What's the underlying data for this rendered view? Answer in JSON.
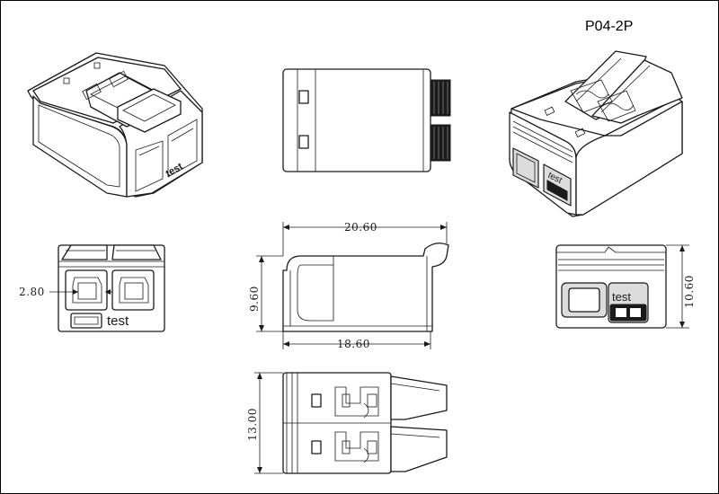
{
  "title": "P04-2P",
  "marking": "test",
  "dimensions": {
    "top_length": "20.60",
    "height": "9.60",
    "base_length": "18.60",
    "side_height": "10.60",
    "width": "13.00",
    "slot_pitch": "2.80"
  },
  "colors": {
    "line": "#1a1a1a",
    "background": "#ffffff",
    "shade": "#dcdcdc"
  }
}
